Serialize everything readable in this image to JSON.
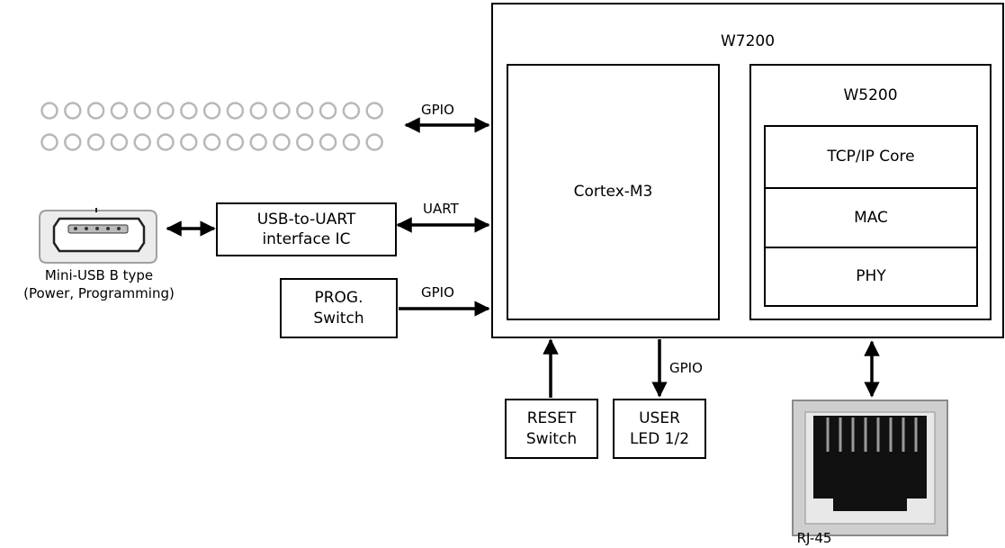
{
  "chip": {
    "title": "W7200",
    "cortex_label": "Cortex-M3",
    "w5200": {
      "title": "W5200",
      "layers": [
        "TCP/IP Core",
        "MAC",
        "PHY"
      ]
    }
  },
  "peripherals": {
    "usb_uart": {
      "line1": "USB-to-UART",
      "line2": "interface IC"
    },
    "prog_switch": {
      "line1": "PROG.",
      "line2": "Switch"
    },
    "reset_switch": {
      "line1": "RESET",
      "line2": "Switch"
    },
    "user_led": {
      "line1": "USER",
      "line2": "LED 1/2"
    }
  },
  "connectors": {
    "mini_usb": {
      "line1": "Mini-USB B type",
      "line2": "(Power, Programming)"
    },
    "rj45": "RJ-45"
  },
  "signals": {
    "gpio_header": "GPIO",
    "uart": "UART",
    "gpio_prog": "GPIO",
    "gpio_led": "GPIO"
  }
}
